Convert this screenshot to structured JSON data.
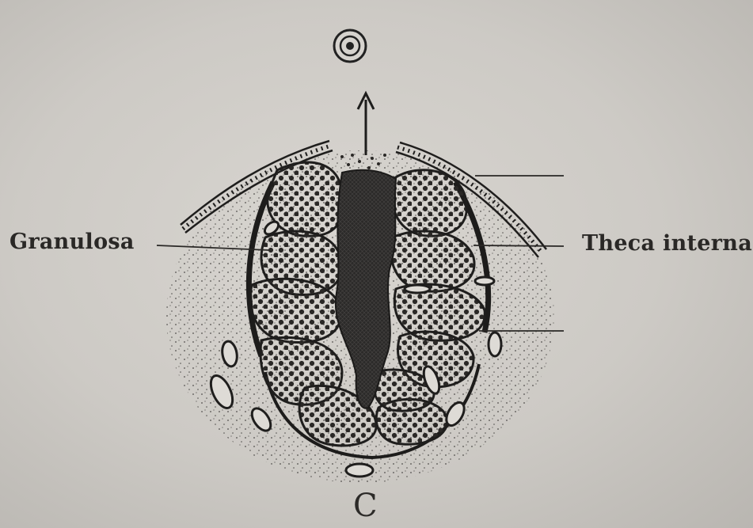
{
  "labels": {
    "granulosa": "Granulosa",
    "theca_interna": "Theca interna",
    "panel": "C"
  },
  "colors": {
    "paper": "#cfccc7",
    "ink": "#222120",
    "cell_fill": "#d7d4cf",
    "dot": "#2a2826"
  }
}
